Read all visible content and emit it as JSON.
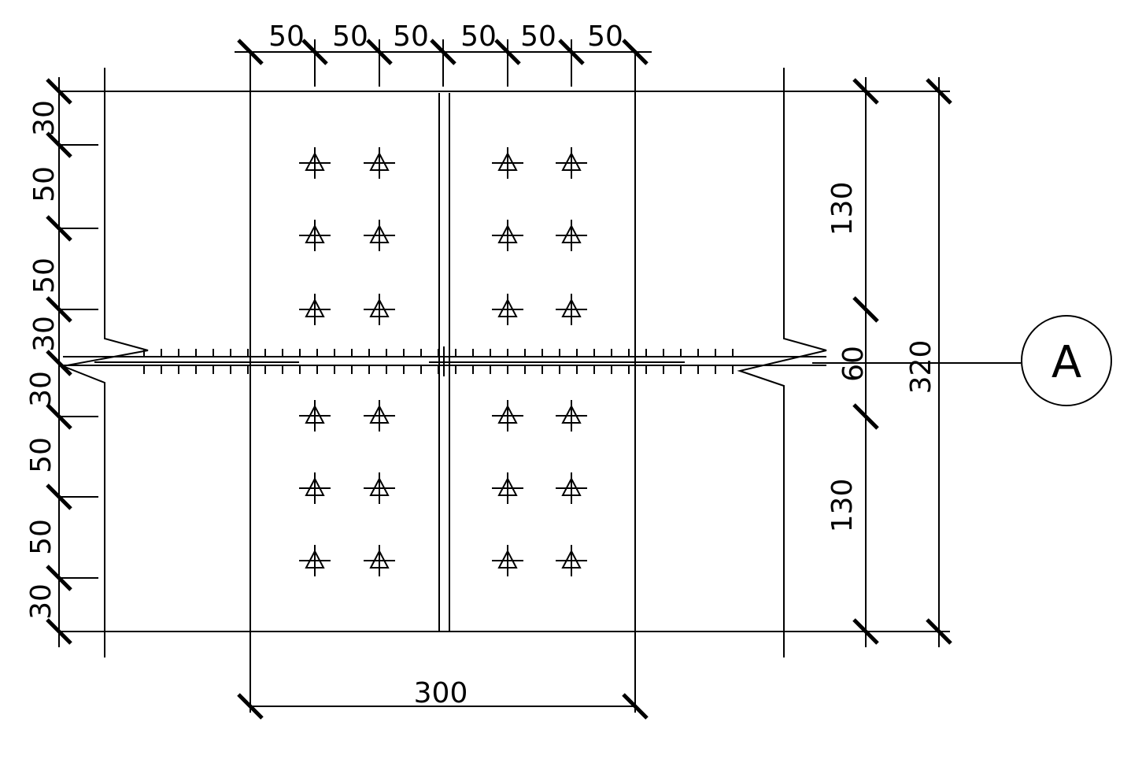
{
  "drawing": {
    "line_color": "#000000",
    "background": "#ffffff"
  },
  "dimensions": {
    "top_chain": [
      "50",
      "50",
      "50",
      "50",
      "50",
      "50"
    ],
    "left_chain": [
      "30",
      "50",
      "50",
      "30",
      "30",
      "50",
      "50",
      "30"
    ],
    "right_upper": "130",
    "right_middle": "60",
    "right_lower": "130",
    "right_total": "320",
    "bottom_total": "300"
  },
  "axis_label": "A",
  "bolt_layout": {
    "columns": 4,
    "rows_per_group": 3,
    "groups": 2,
    "symbol": "bolt-triangle-cross-icon"
  }
}
